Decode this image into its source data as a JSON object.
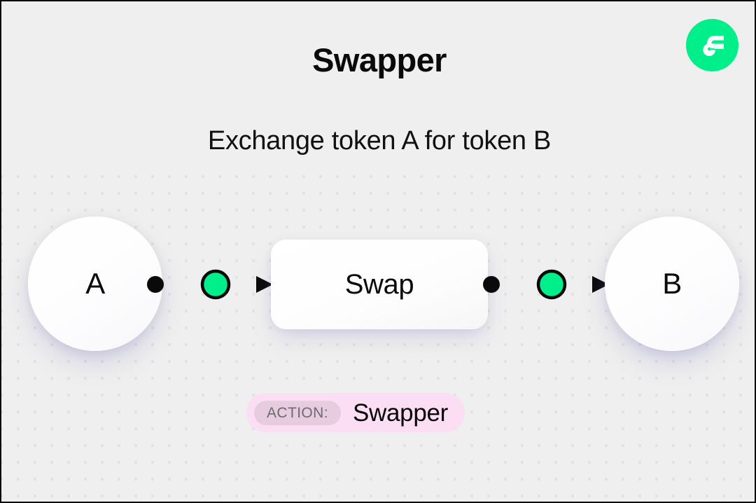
{
  "header": {
    "title": "Swapper",
    "subtitle": "Exchange token A for token B",
    "logo_icon": "flow-logo-icon",
    "logo_color": "#00ef8b"
  },
  "diagram": {
    "input_node": {
      "label": "A",
      "icon": "token-circle-icon"
    },
    "process_node": {
      "label": "Swap",
      "icon": "process-box-icon"
    },
    "output_node": {
      "label": "B",
      "icon": "token-circle-icon"
    },
    "connectors": [
      {
        "name": "a-to-swap",
        "source_dot": "black",
        "mid_dot": "green",
        "arrow": "right",
        "accent_color": "#00ef8b"
      },
      {
        "name": "swap-to-b",
        "source_dot": "black",
        "mid_dot": "green",
        "arrow": "right",
        "accent_color": "#00ef8b"
      }
    ]
  },
  "footer": {
    "badge_label": "ACTION:",
    "badge_value": "Swapper",
    "badge_bg": "#fbddf4",
    "chip_bg": "#e7cbde"
  },
  "background": {
    "page_color": "#efefef",
    "dot_color": "#e2e2e2"
  }
}
